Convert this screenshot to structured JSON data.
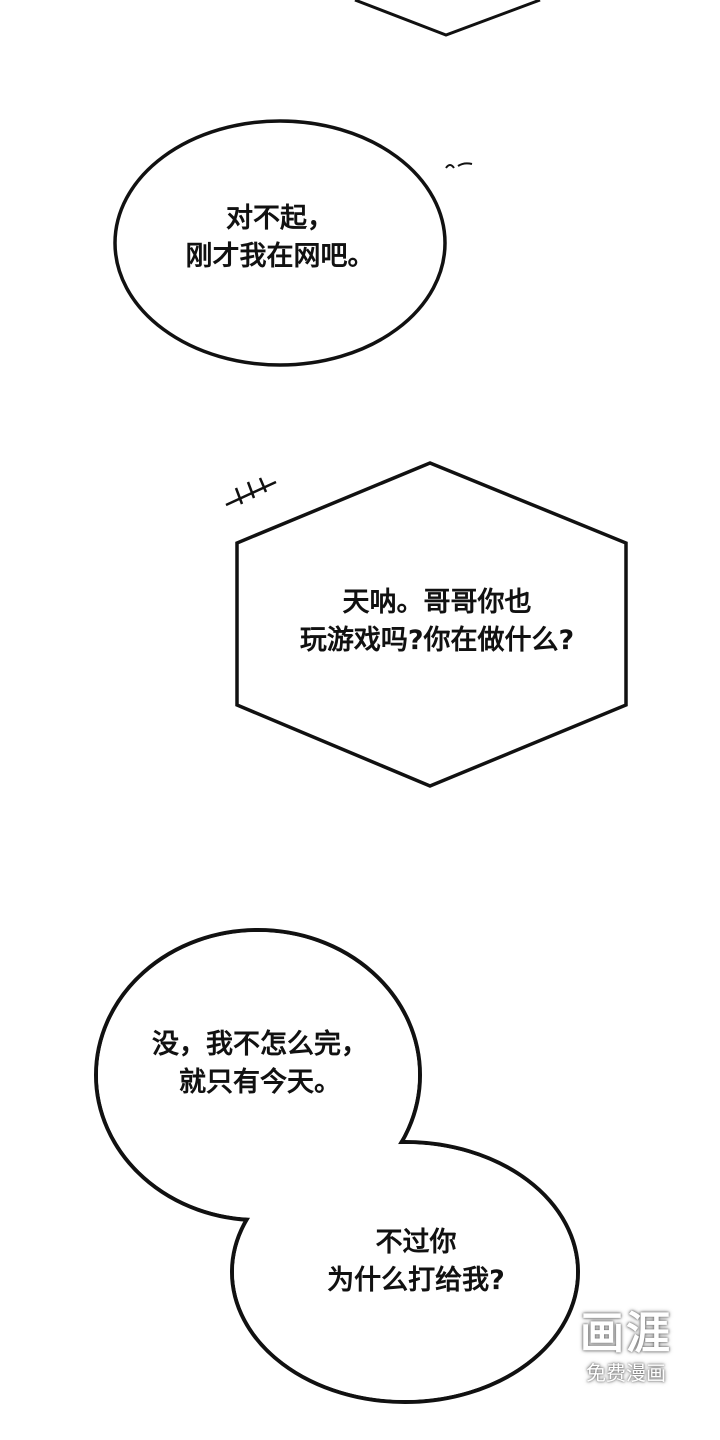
{
  "bubbles": [
    {
      "lines": [
        "对不起，",
        "刚才我在网吧。"
      ]
    },
    {
      "lines": [
        "天呐。哥哥你也",
        "玩游戏吗?你在做什么?"
      ]
    },
    {
      "lines": [
        "没，我不怎么完，",
        "就只有今天。"
      ]
    },
    {
      "lines": [
        "不过你",
        "为什么打给我?"
      ]
    }
  ],
  "watermark": {
    "logo": "画涯",
    "caption": "免费漫画"
  }
}
